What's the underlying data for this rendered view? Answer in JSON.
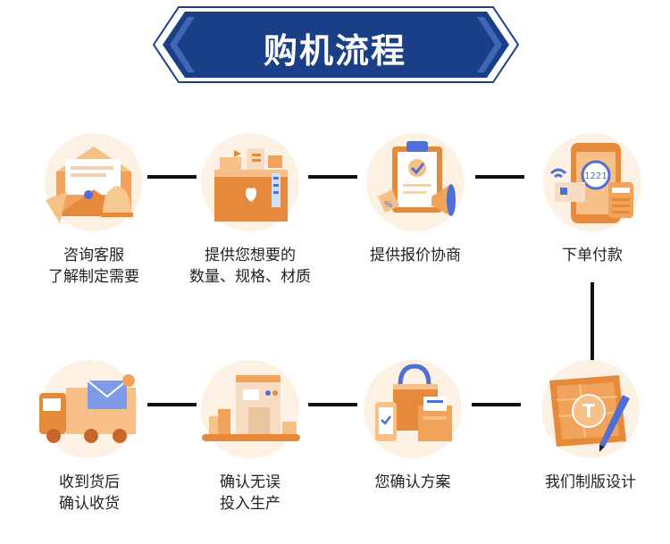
{
  "title": "购机流程",
  "colors": {
    "banner": "#1a3f86",
    "accent_orange": "#f2a35b",
    "accent_blue": "#4f6fd6",
    "connector": "#111111"
  },
  "steps": [
    {
      "lines": [
        "咨询客服",
        "了解制定需要"
      ],
      "icon": "envelope-bell-icon"
    },
    {
      "lines": [
        "提供您想要的",
        "数量、规格、材质"
      ],
      "icon": "folder-heart-icon"
    },
    {
      "lines": [
        "提供报价协商"
      ],
      "icon": "clipboard-megaphone-icon",
      "tag_text": "%"
    },
    {
      "lines": [
        "下单付款"
      ],
      "icon": "phone-payment-icon",
      "screen_text": "1221"
    },
    {
      "lines": [
        "我们制版设计"
      ],
      "icon": "design-board-icon",
      "badge_text": "T"
    },
    {
      "lines": [
        "您确认方案"
      ],
      "icon": "shopping-bag-icon"
    },
    {
      "lines": [
        "确认无误",
        "投入生产"
      ],
      "icon": "factory-machine-icon"
    },
    {
      "lines": [
        "收到货后",
        "确认收货"
      ],
      "icon": "delivery-truck-icon"
    }
  ]
}
